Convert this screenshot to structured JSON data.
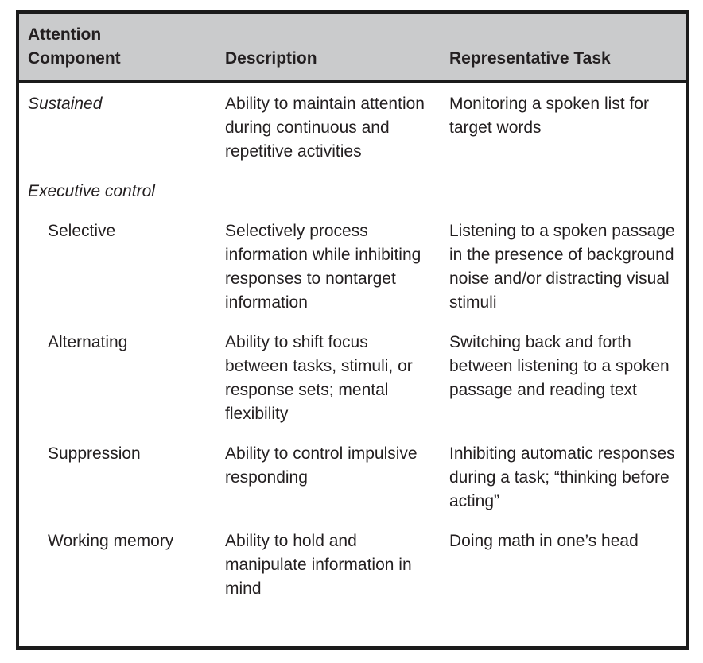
{
  "table": {
    "colors": {
      "header_bg": "#cacbcc",
      "border": "#1b1b1b",
      "text": "#231f20"
    },
    "columns": [
      {
        "label": "Attention\nComponent"
      },
      {
        "label": "Description"
      },
      {
        "label": "Representative Task"
      }
    ],
    "rows": [
      {
        "component": "Sustained",
        "description": "Ability to maintain attention during continuous and repetitive activities",
        "task": "Monitoring a spoken list for target words"
      },
      {
        "component": "Executive control",
        "description": "",
        "task": ""
      },
      {
        "component": "Selective",
        "description": "Selectively process information while inhibiting responses to nontarget information",
        "task": "Listening to a spoken passage in the presence of background noise and/or distracting visual stimuli"
      },
      {
        "component": "Alternating",
        "description": "Ability to shift focus between tasks, stimuli, or response sets; mental flexibility",
        "task": "Switching back and forth between listening to a spoken passage and reading text"
      },
      {
        "component": "Suppression",
        "description": "Ability to control impulsive responding",
        "task": "Inhibiting automatic responses during a task; “thinking before acting”"
      },
      {
        "component": "Working memory",
        "description": "Ability to hold and manipulate information in mind",
        "task": "Doing math in one’s head"
      }
    ]
  }
}
